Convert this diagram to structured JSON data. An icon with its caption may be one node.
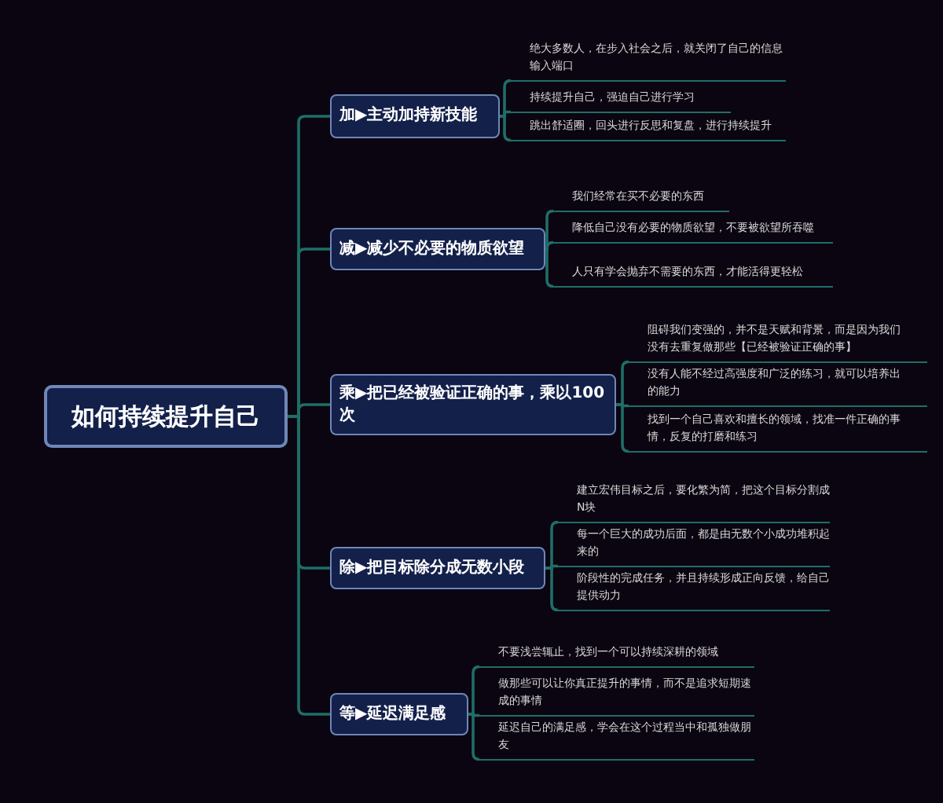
{
  "diagram": {
    "nodes": [
      {
        "text": [
          "如何持续提升自己"
        ]
      },
      {
        "text": [
          "加▶主动加持新技能"
        ]
      },
      {
        "text": [
          "绝大多数人，在步入社会之后，就关闭了自己的信息输入端口"
        ]
      },
      {
        "text": [
          "持续提升自己，强迫自己进行学习"
        ]
      },
      {
        "text": [
          "跳出舒适圈，回头进行反思和复盘，进行持续提升"
        ]
      },
      {
        "text": [
          "减▶减少不必要的物质欲望"
        ]
      },
      {
        "text": [
          "我们经常在买不必要的东西"
        ]
      },
      {
        "text": [
          "降低自己没有必要的物质欲望，不要被欲望所吞噬"
        ]
      },
      {
        "text": [
          "人只有学会抛弃不需要的东西，才能活得更轻松"
        ]
      },
      {
        "text": [
          "乘▶把已经被验证正确的事，乘以100 次"
        ]
      },
      {
        "text": [
          "阻碍我们变强的，并不是天赋和背景，而是因为我们没有去重复做那些【已经被验证正确的事】"
        ]
      },
      {
        "text": [
          "没有人能不经过高强度和广泛的练习，就可以培养出的能力"
        ]
      },
      {
        "text": [
          "找到一个自己喜欢和擅长的领域，找准一件正确的事情，反复的打磨和练习"
        ]
      },
      {
        "text": [
          "除▶把目标除分成无数小段"
        ]
      },
      {
        "text": [
          "建立宏伟目标之后，要化繁为简，把这个目标分割成N块"
        ]
      },
      {
        "text": [
          "每一个巨大的成功后面，都是由无数个小成功堆积起来的"
        ]
      },
      {
        "text": [
          "阶段性的完成任务，并且持续形成正向反馈，给自己提供动力"
        ]
      },
      {
        "text": [
          "等▶延迟满足感"
        ]
      },
      {
        "text": [
          "不要浅尝辄止，找到一个可以持续深耕的领域"
        ]
      },
      {
        "text": [
          "做那些可以让你真正提升的事情，而不是追求短期速成的事情"
        ]
      },
      {
        "text": [
          "延迟自己的满足感，学会在这个过程当中和孤独做朋友"
        ]
      }
    ],
    "edges": [
      {
        "from": 0,
        "to": 1,
        "arrow": "none"
      },
      {
        "from": 0,
        "to": 5,
        "arrow": "none"
      },
      {
        "from": 0,
        "to": 9,
        "arrow": "none"
      },
      {
        "from": 0,
        "to": 13,
        "arrow": "none"
      },
      {
        "from": 0,
        "to": 17,
        "arrow": "none"
      },
      {
        "from": 1,
        "to": 2,
        "arrow": "none"
      },
      {
        "from": 1,
        "to": 3,
        "arrow": "none"
      },
      {
        "from": 1,
        "to": 4,
        "arrow": "none"
      },
      {
        "from": 5,
        "to": 6,
        "arrow": "none"
      },
      {
        "from": 5,
        "to": 7,
        "arrow": "none"
      },
      {
        "from": 5,
        "to": 8,
        "arrow": "none"
      },
      {
        "from": 9,
        "to": 10,
        "arrow": "none"
      },
      {
        "from": 9,
        "to": 11,
        "arrow": "none"
      },
      {
        "from": 9,
        "to": 12,
        "arrow": "none"
      },
      {
        "from": 13,
        "to": 14,
        "arrow": "none"
      },
      {
        "from": 13,
        "to": 15,
        "arrow": "none"
      },
      {
        "from": 13,
        "to": 16,
        "arrow": "none"
      },
      {
        "from": 17,
        "to": 18,
        "arrow": "none"
      },
      {
        "from": 17,
        "to": 19,
        "arrow": "none"
      },
      {
        "from": 17,
        "to": 20,
        "arrow": "none"
      }
    ]
  }
}
